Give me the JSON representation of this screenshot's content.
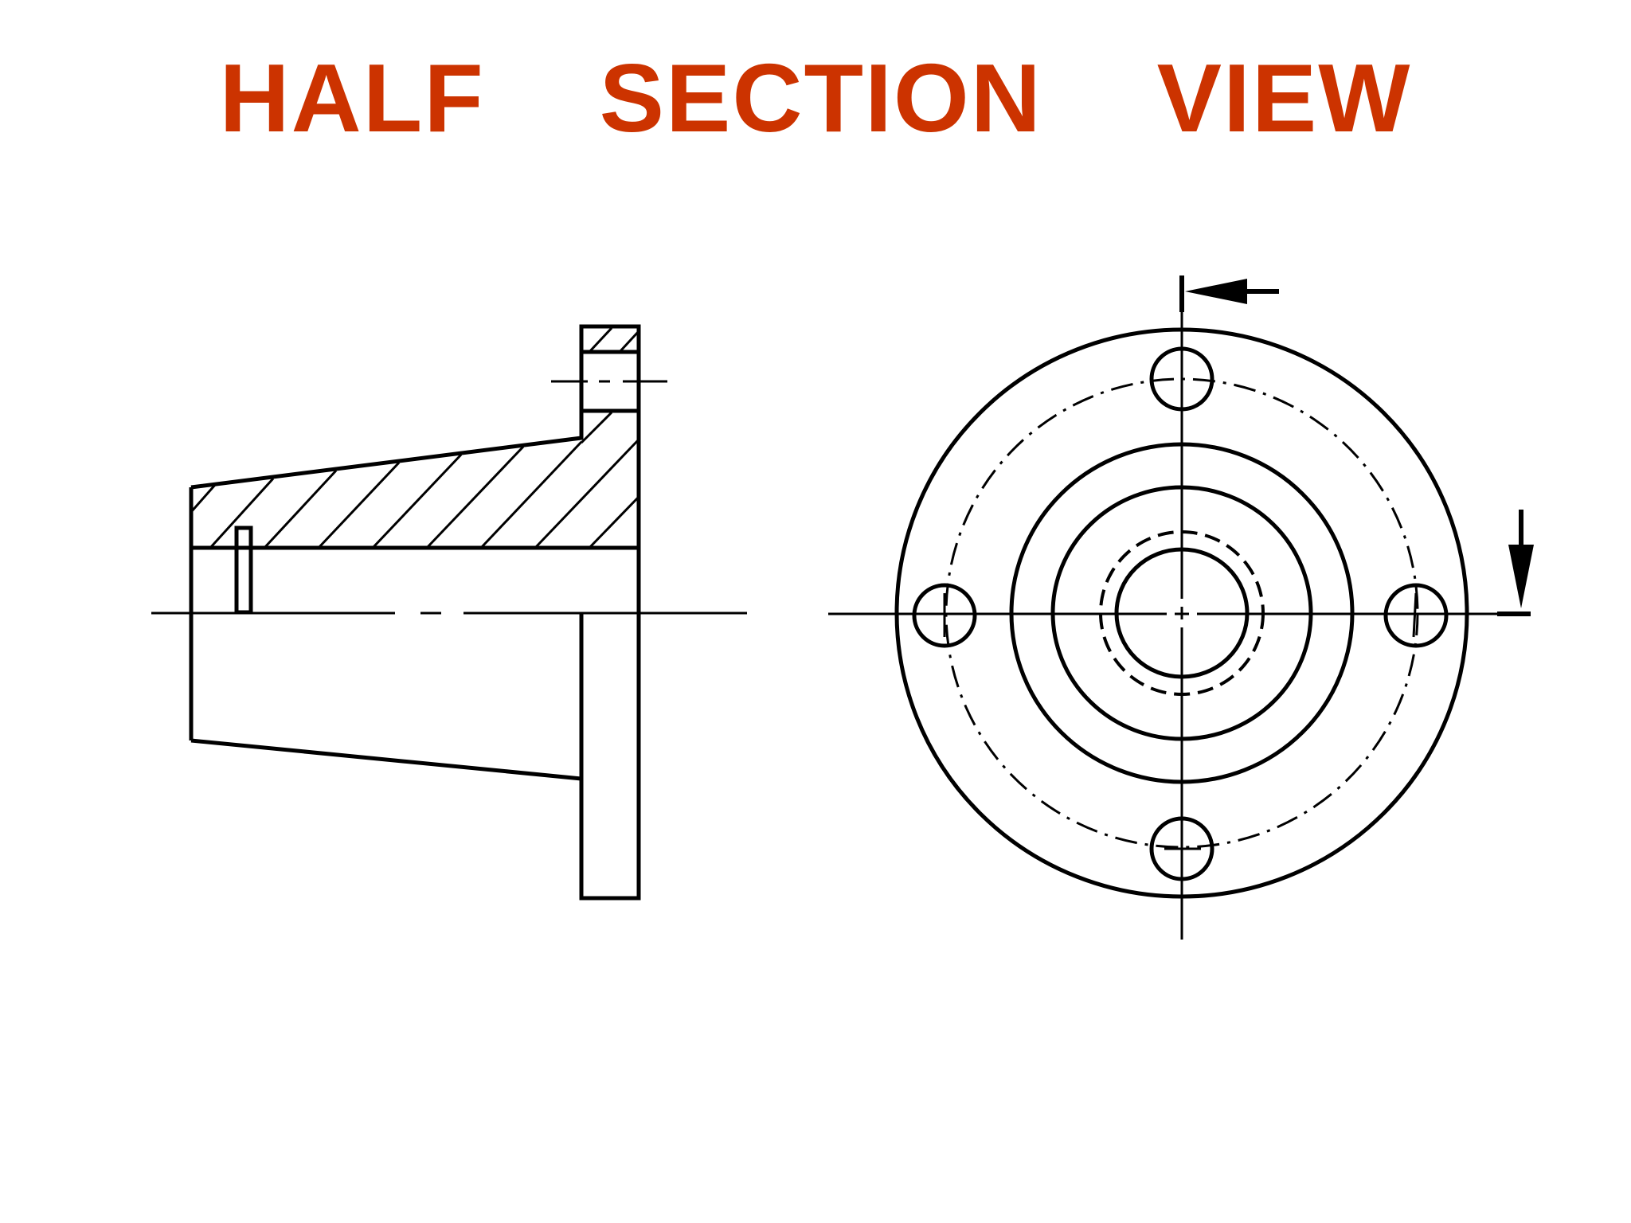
{
  "title": "HALF  SECTION  VIEW",
  "colors": {
    "title": "#cc3300",
    "line": "#000000",
    "background": "#ffffff"
  },
  "views": [
    "half-section-view",
    "end-view"
  ]
}
